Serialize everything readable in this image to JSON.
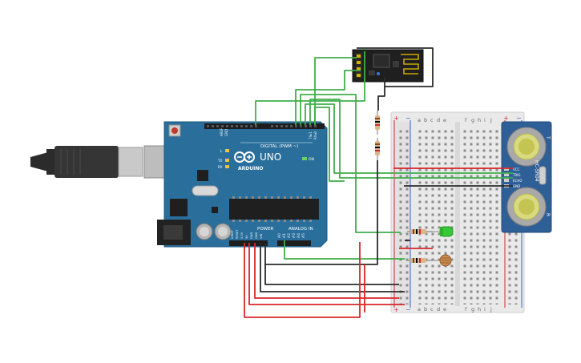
{
  "arduino": {
    "logo_text": "ARDUINO",
    "model": "UNO",
    "digital_label": "DIGITAL (PWM ~)",
    "power_label": "POWER",
    "analog_label": "ANALOG IN",
    "aref": "AREF",
    "gnd": "GND",
    "tx_label": "TX",
    "rx_label": "RX",
    "l_label": "L",
    "on_label": "ON",
    "txrx_pins": "TX▸1",
    "rx_pin": "RX◂0",
    "power_pins": [
      "IOREF",
      "RESET",
      "3.3V",
      "5V",
      "GND",
      "GND",
      "VIN"
    ],
    "analog_pins": [
      "A0",
      "A1",
      "A2",
      "A3",
      "A4",
      "A5"
    ]
  },
  "sensor": {
    "name": "HC-SR04",
    "pins": [
      "VCC",
      "TRIG",
      "ECHO",
      "GND"
    ],
    "t_label": "T",
    "r_label": "R"
  },
  "breadboard": {
    "cols_left": [
      "a",
      "b",
      "c",
      "d",
      "e"
    ],
    "cols_right": [
      "f",
      "g",
      "h",
      "i",
      "j"
    ],
    "plus": "+",
    "minus": "−"
  },
  "colors": {
    "arduino_blue": "#2a6f9c",
    "wire_green": "#3fae49",
    "wire_red": "#d9262a",
    "wire_black": "#2b2b2b",
    "sensor_blue": "#2f5f97"
  }
}
